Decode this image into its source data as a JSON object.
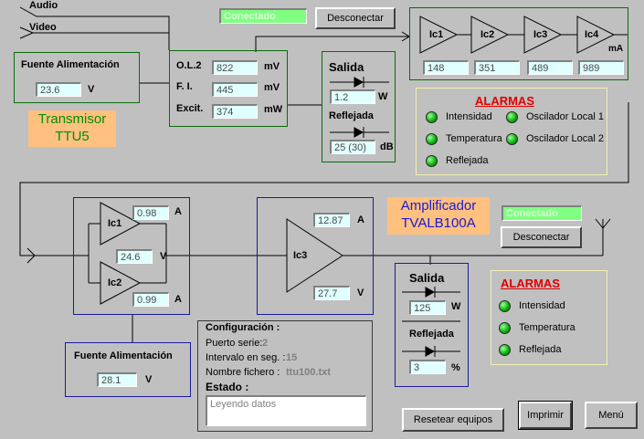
{
  "top_left": {
    "audio_label": "Audio",
    "video_label": "Video"
  },
  "transmitter": {
    "name_line1": "Transmisor",
    "name_line2": "TTU5",
    "status": "Conectado",
    "disconnect_label": "Desconectar",
    "power_supply": {
      "title": "Fuente Alimentación",
      "value": "23.6",
      "unit": "V"
    },
    "osc": {
      "ol2": {
        "label": "O.L.2",
        "value": "822",
        "unit": "mV"
      },
      "fi": {
        "label": "F. I.",
        "value": "445",
        "unit": "mV"
      },
      "excit": {
        "label": "Excit.",
        "value": "374",
        "unit": "mW"
      }
    },
    "output": {
      "title": "Salida",
      "value": "1.2",
      "unit": "W",
      "reflected_title": "Reflejada",
      "reflected_value": "25 (30)",
      "reflected_unit": "dB"
    },
    "stages": {
      "ic1": {
        "label": "Ic1",
        "value": "148"
      },
      "ic2": {
        "label": "Ic2",
        "value": "351"
      },
      "ic3": {
        "label": "Ic3",
        "value": "489"
      },
      "ic4": {
        "label": "Ic4",
        "value": "989"
      },
      "unit": "mA"
    },
    "alarms": {
      "title": "ALARMAS",
      "items": [
        "Intensidad",
        "Temperatura",
        "Reflejada",
        "Oscilador Local 1",
        "Oscilador Local 2"
      ]
    }
  },
  "amplifier": {
    "name_line1": "Amplificador",
    "name_line2": "TVALB100A",
    "status": "Conectado",
    "disconnect_label": "Desconectar",
    "ic1": {
      "label": "Ic1",
      "value": "0.98",
      "unit": "A"
    },
    "ic2": {
      "label": "Ic2",
      "value": "0.99",
      "unit": "A"
    },
    "voltage": {
      "value": "24.6",
      "unit": "V"
    },
    "ic3": {
      "label": "Ic3",
      "current": "12.87",
      "current_unit": "A",
      "voltage": "27.7",
      "voltage_unit": "V"
    },
    "output": {
      "title": "Salida",
      "value": "125",
      "unit": "W",
      "reflected_title": "Reflejada",
      "reflected_value": "3",
      "reflected_unit": "%"
    },
    "power_supply": {
      "title": "Fuente Alimentación",
      "value": "28.1",
      "unit": "V"
    },
    "alarms": {
      "title": "ALARMAS",
      "items": [
        "Intensidad",
        "Temperatura",
        "Reflejada"
      ]
    }
  },
  "config": {
    "title": "Configuración :",
    "serial_port_label": "Puerto serie:",
    "serial_port_value": "2",
    "interval_label": "Intervalo en seg. :",
    "interval_value": "15",
    "filename_label": "Nombre fichero  :",
    "filename_value": "ttu100.txt",
    "state_label": "Estado :",
    "state_value": "Leyendo datos"
  },
  "buttons": {
    "reset": "Resetear equipos",
    "print": "Imprimir",
    "menu": "Menú"
  },
  "colors": {
    "background": "#c0c0c0",
    "led": "#0fb40f",
    "alarm_title": "#e00000",
    "title_orange": "#ffc080",
    "value_field": "#e0ffff"
  }
}
